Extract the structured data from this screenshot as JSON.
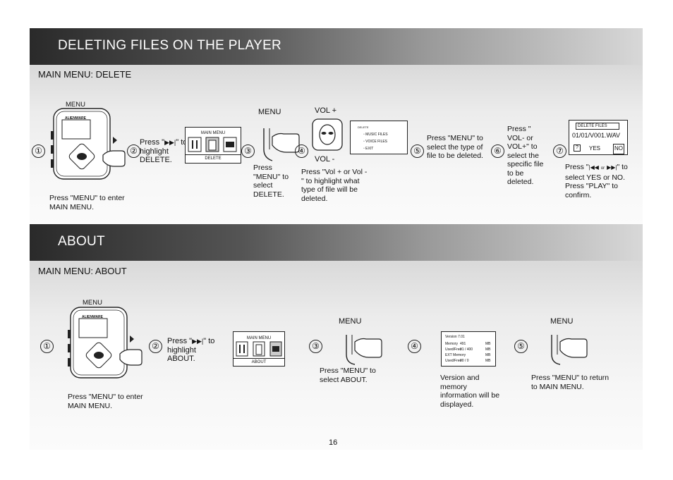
{
  "section1": {
    "title": "DELETING FILES ON THE PLAYER",
    "subtitle": "MAIN MENU: DELETE",
    "player_brand": "ALIENWARE",
    "player_label": "MENU",
    "step1_text": "Press \"MENU\" to enter MAIN MENU.",
    "step2_pre": "Press \"",
    "step2_post": "\" to highlight DELETE.",
    "step2_screen_title": "MAIN MENU",
    "step2_screen_caption": "DELETE",
    "step3_label": "MENU",
    "step3_text": "Press \"MENU\" to select DELETE.",
    "step4_top_label": "VOL +",
    "step4_bottom_label": "VOL -",
    "step4_text": "Press \"Vol + or Vol -\" to highlight what type of file will be deleted.",
    "step4_screen_title": "DELETE",
    "step4_screen_items": [
      "MUSIC FILES",
      "VOICE FILES",
      "EXIT"
    ],
    "step5_text": "Press \"MENU\" to select the type of file to be deleted.",
    "step6_text": "Press \" VOL- or VOL+\" to select the specific file to be deleted.",
    "step7_screen_title": "DELETE FILES",
    "step7_screen_file": "01/01/V001.WAV",
    "step7_yes": "YES",
    "step7_no": "NO",
    "step7_q": "?",
    "step7_pre": "Press \"",
    "step7_or": "or",
    "step7_post": "\" to select YES or NO. Press \"PLAY\" to confirm."
  },
  "section2": {
    "title": "ABOUT",
    "subtitle": "MAIN MENU: ABOUT",
    "player_brand": "ALIENWARE",
    "player_label": "MENU",
    "step1_text": "Press \"MENU\" to enter MAIN MENU.",
    "step2_pre": "Press \"",
    "step2_post": "\" to highlight ABOUT.",
    "step2_screen_title": "MAIN MENU",
    "step2_screen_caption": "ABOUT",
    "step3_label": "MENU",
    "step3_text": "Press \"MENU\" to select ABOUT.",
    "step4_screen": {
      "version": "Version 7.01",
      "rows": [
        {
          "label": "Memory",
          "value": "491",
          "unit": "MB"
        },
        {
          "label": "Used/Free",
          "value": "91 / 400",
          "unit": "MB"
        },
        {
          "label": "EXT Memory",
          "value": "",
          "unit": "MB"
        },
        {
          "label": "Used/Free",
          "value": "00 /     0",
          "unit": "MB"
        }
      ]
    },
    "step4_text": "Version and memory information will be displayed.",
    "step5_label": "MENU",
    "step5_text": "Press \"MENU\" to return to MAIN MENU."
  },
  "step_numbers": [
    "①",
    "②",
    "③",
    "④",
    "⑤",
    "⑥",
    "⑦"
  ],
  "page_number": "16",
  "colors": {
    "band_dark": "#2a2a2a",
    "band_light": "#d8d8d8",
    "ink": "#111111"
  }
}
